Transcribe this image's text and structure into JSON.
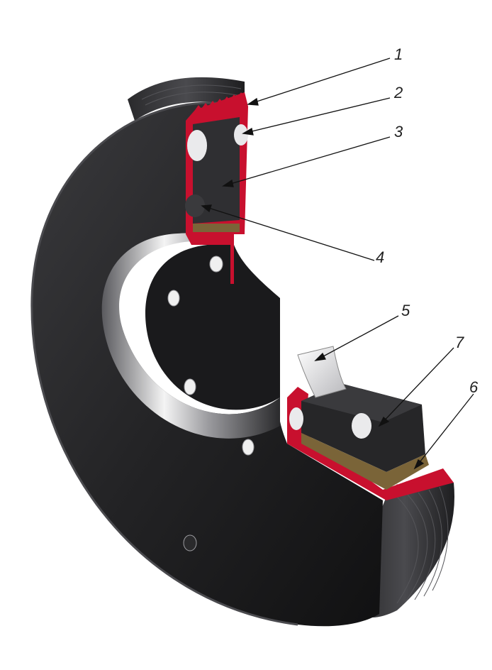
{
  "diagram": {
    "callouts": [
      {
        "id": "1",
        "label": "1"
      },
      {
        "id": "2",
        "label": "2"
      },
      {
        "id": "3",
        "label": "3"
      },
      {
        "id": "4",
        "label": "4"
      },
      {
        "id": "5",
        "label": "5"
      },
      {
        "id": "6",
        "label": "6"
      },
      {
        "id": "7",
        "label": "7"
      }
    ],
    "colors": {
      "body_dark": "#1c1c1e",
      "body_mid": "#2d2d30",
      "section_red": "#c8102e",
      "friction_tan": "#7a6438",
      "metal_highlight": "#f2f2f2",
      "leader_line": "#111111"
    }
  }
}
